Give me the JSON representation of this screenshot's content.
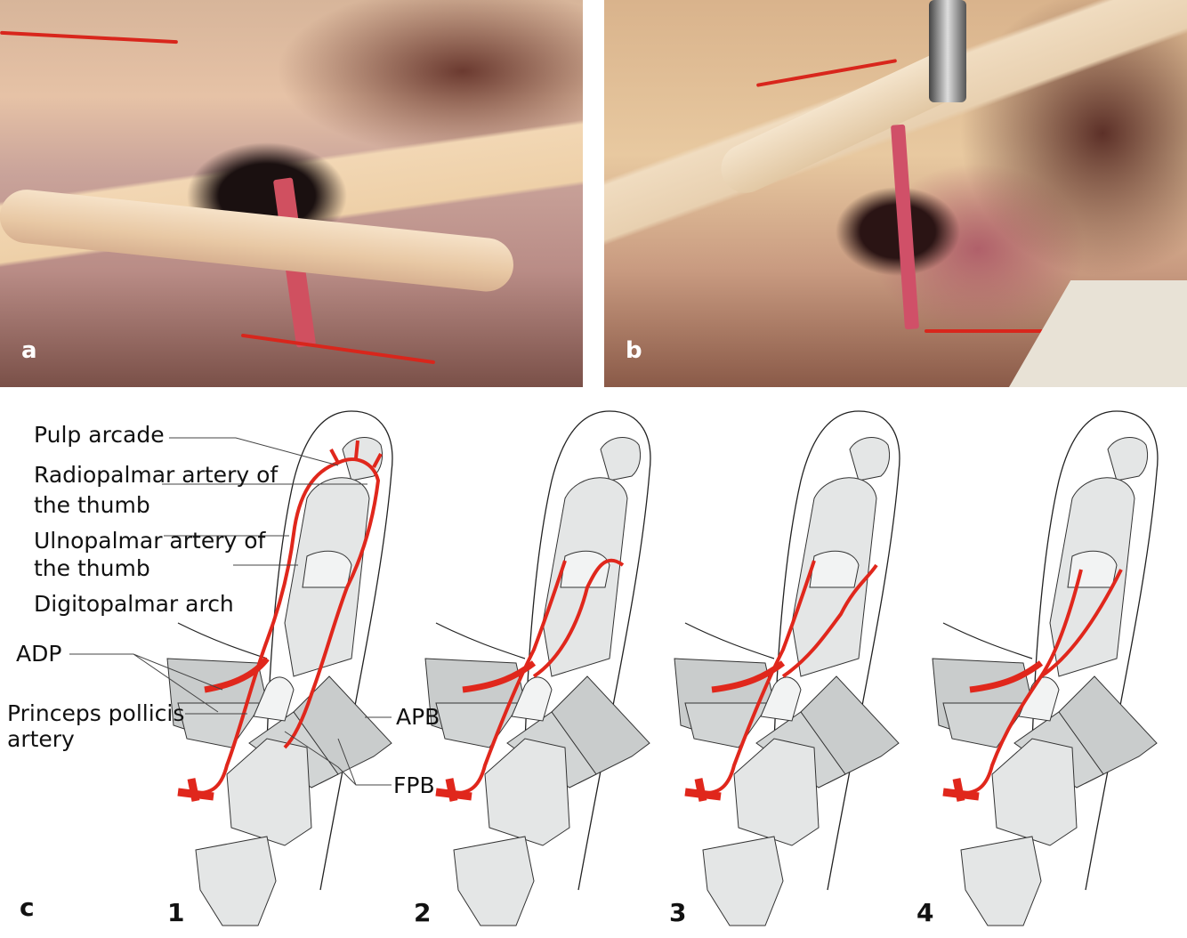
{
  "panels": {
    "a": {
      "label": "a"
    },
    "b": {
      "label": "b"
    },
    "c": {
      "label": "c"
    }
  },
  "labels": {
    "pulp_arcade": "Pulp arcade",
    "radiopalmar_1": "Radiopalmar artery of",
    "radiopalmar_2": "the thumb",
    "ulnopalmar_1": "Ulnopalmar artery of",
    "ulnopalmar_2": "the thumb",
    "digitopalmar": "Digitopalmar arch",
    "adp": "ADP",
    "princeps_1": "Princeps pollicis",
    "princeps_2": "artery",
    "apb": "APB",
    "fpb": "FPB"
  },
  "variants": [
    "1",
    "2",
    "3",
    "4"
  ],
  "colors": {
    "artery": "#e0271c",
    "bone": "#e4e6e6",
    "muscle": "#c9cccc"
  }
}
